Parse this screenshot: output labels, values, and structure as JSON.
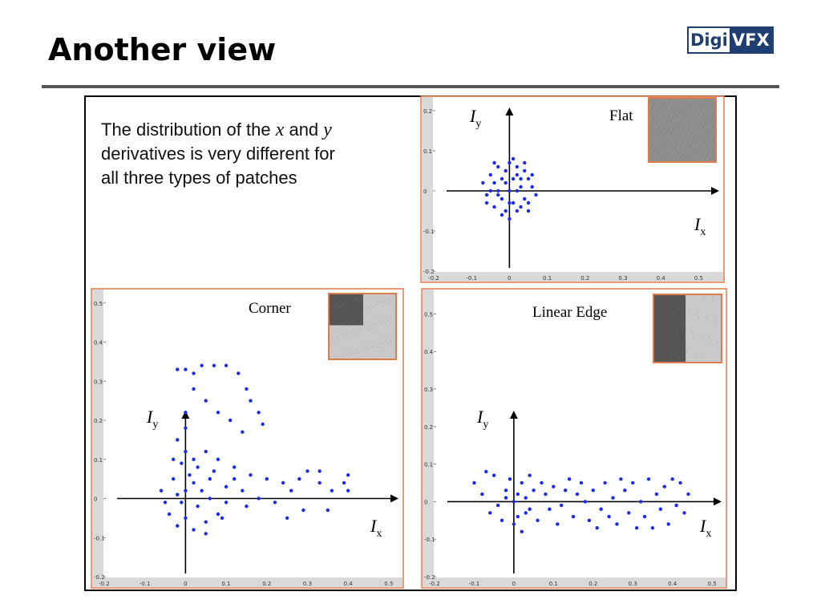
{
  "slide": {
    "title": "Another view",
    "logo_left": "Digi",
    "logo_right": "VFX"
  },
  "description": {
    "line1_a": "The distribution of the ",
    "line1_x": "x",
    "line1_b": " and ",
    "line1_y": "y",
    "line2": "derivatives is very different for",
    "line3": "all three types of patches"
  },
  "colors": {
    "points": "#1a2bf0",
    "panel_border": "#e07a4a",
    "axis_strip": "#d9d9d9"
  },
  "chart_data": [
    {
      "type": "scatter",
      "title": "Flat",
      "xlabel": "I_x",
      "ylabel": "I_y",
      "xlim": [
        -0.2,
        0.55
      ],
      "ylim": [
        -0.2,
        0.22
      ],
      "x_ticks": [
        "-0.2",
        "-0.1",
        "0",
        "0.1",
        "0.2",
        "0.3",
        "0.4",
        "0.5"
      ],
      "y_ticks": [
        "0.2",
        "0.1",
        "0",
        "-0.1",
        "-0.2"
      ],
      "x_tick_values": [
        -0.2,
        -0.1,
        0,
        0.1,
        0.2,
        0.3,
        0.4,
        0.5
      ],
      "y_tick_values": [
        0.2,
        0.1,
        0,
        -0.1,
        -0.2
      ],
      "thumbnail": "flat",
      "points": [
        [
          -0.04,
          0.02
        ],
        [
          -0.03,
          -0.01
        ],
        [
          -0.02,
          0.03
        ],
        [
          -0.01,
          0.05
        ],
        [
          0,
          0.0
        ],
        [
          0.01,
          -0.03
        ],
        [
          0.02,
          0.04
        ],
        [
          0.03,
          0.01
        ],
        [
          0.04,
          -0.02
        ],
        [
          0.05,
          0.03
        ],
        [
          -0.05,
          0.0
        ],
        [
          -0.06,
          -0.03
        ],
        [
          -0.03,
          0.06
        ],
        [
          0.0,
          0.07
        ],
        [
          0.02,
          -0.05
        ],
        [
          0.04,
          0.05
        ],
        [
          0.06,
          0.01
        ],
        [
          -0.02,
          -0.06
        ],
        [
          0.01,
          0.08
        ],
        [
          -0.04,
          -0.04
        ],
        [
          0.03,
          -0.04
        ],
        [
          0.05,
          -0.03
        ],
        [
          -0.07,
          0.02
        ],
        [
          0.07,
          -0.01
        ],
        [
          0.0,
          -0.07
        ],
        [
          -0.01,
          0.02
        ],
        [
          0.02,
          0.0
        ],
        [
          -0.03,
          0.0
        ],
        [
          0.01,
          0.03
        ],
        [
          -0.02,
          -0.02
        ],
        [
          0.03,
          0.03
        ],
        [
          0.0,
          -0.03
        ],
        [
          -0.05,
          0.04
        ],
        [
          0.06,
          0.04
        ],
        [
          -0.01,
          -0.05
        ],
        [
          0.04,
          0.07
        ],
        [
          -0.04,
          0.07
        ],
        [
          0.02,
          0.06
        ],
        [
          -0.06,
          -0.01
        ],
        [
          0.05,
          -0.05
        ]
      ]
    },
    {
      "type": "scatter",
      "title": "Corner",
      "xlabel": "I_x",
      "ylabel": "I_y",
      "xlim": [
        -0.2,
        0.52
      ],
      "ylim": [
        -0.2,
        0.52
      ],
      "x_ticks": [
        "-0.2",
        "-0.1",
        "0",
        "0.1",
        "0.2",
        "0.3",
        "0.4",
        "0.5"
      ],
      "y_ticks": [
        "0.5",
        "0.4",
        "0.3",
        "0.2",
        "0.1",
        "0",
        "-0.1",
        "-0.2"
      ],
      "x_tick_values": [
        -0.2,
        -0.1,
        0,
        0.1,
        0.2,
        0.3,
        0.4,
        0.5
      ],
      "y_tick_values": [
        0.5,
        0.4,
        0.3,
        0.2,
        0.1,
        0,
        -0.1,
        -0.2
      ],
      "thumbnail": "corner",
      "points": [
        [
          -0.02,
          0.33
        ],
        [
          0.0,
          0.33
        ],
        [
          0.02,
          0.32
        ],
        [
          0.04,
          0.34
        ],
        [
          0.07,
          0.34
        ],
        [
          0.1,
          0.34
        ],
        [
          0.13,
          0.32
        ],
        [
          0.15,
          0.28
        ],
        [
          0.16,
          0.25
        ],
        [
          0.18,
          0.22
        ],
        [
          0.19,
          0.19
        ],
        [
          0.02,
          0.28
        ],
        [
          0.05,
          0.25
        ],
        [
          0.08,
          0.22
        ],
        [
          0.11,
          0.2
        ],
        [
          0.14,
          0.17
        ],
        [
          0.0,
          0.22
        ],
        [
          0.0,
          0.18
        ],
        [
          -0.02,
          0.15
        ],
        [
          0.0,
          0.12
        ],
        [
          -0.01,
          0.09
        ],
        [
          0.02,
          0.1
        ],
        [
          0.05,
          0.12
        ],
        [
          0.08,
          0.1
        ],
        [
          0.12,
          0.08
        ],
        [
          0.16,
          0.06
        ],
        [
          0.2,
          0.05
        ],
        [
          0.24,
          0.04
        ],
        [
          0.28,
          0.05
        ],
        [
          0.3,
          0.07
        ],
        [
          0.33,
          0.04
        ],
        [
          0.36,
          0.02
        ],
        [
          0.39,
          0.04
        ],
        [
          0.4,
          0.02
        ],
        [
          0.4,
          0.06
        ],
        [
          0.33,
          0.07
        ],
        [
          0.26,
          0.02
        ],
        [
          0.22,
          -0.01
        ],
        [
          0.18,
          0.0
        ],
        [
          0.14,
          0.02
        ],
        [
          0.1,
          0.03
        ],
        [
          0.06,
          0.0
        ],
        [
          0.03,
          -0.02
        ],
        [
          0.0,
          -0.05
        ],
        [
          -0.02,
          -0.07
        ],
        [
          0.02,
          -0.08
        ],
        [
          0.05,
          -0.06
        ],
        [
          0.08,
          -0.04
        ],
        [
          -0.04,
          -0.04
        ],
        [
          -0.06,
          0.02
        ],
        [
          -0.03,
          0.05
        ],
        [
          0.0,
          0.02
        ],
        [
          0.02,
          0.04
        ],
        [
          0.04,
          0.02
        ],
        [
          -0.01,
          -0.01
        ],
        [
          0.06,
          0.05
        ],
        [
          0.1,
          -0.01
        ],
        [
          0.12,
          0.05
        ],
        [
          0.03,
          0.08
        ],
        [
          -0.03,
          0.1
        ],
        [
          0.01,
          0.06
        ],
        [
          0.07,
          0.07
        ],
        [
          0.09,
          -0.05
        ],
        [
          0.15,
          -0.02
        ],
        [
          0.25,
          -0.05
        ],
        [
          0.29,
          -0.03
        ],
        [
          0.35,
          -0.03
        ],
        [
          -0.05,
          -0.01
        ],
        [
          0.05,
          -0.09
        ],
        [
          -0.02,
          0.01
        ]
      ]
    },
    {
      "type": "scatter",
      "title": "Linear Edge",
      "xlabel": "I_x",
      "ylabel": "I_y",
      "xlim": [
        -0.2,
        0.52
      ],
      "ylim": [
        -0.2,
        0.55
      ],
      "x_ticks": [
        "-0.2",
        "-0.1",
        "0",
        "0.1",
        "0.2",
        "0.3",
        "0.4",
        "0.5"
      ],
      "y_ticks": [
        "0.5",
        "0.4",
        "0.3",
        "0.2",
        "0.1",
        "0",
        "-0.1",
        "-0.2"
      ],
      "x_tick_values": [
        -0.2,
        -0.1,
        0,
        0.1,
        0.2,
        0.3,
        0.4,
        0.5
      ],
      "y_tick_values": [
        0.5,
        0.4,
        0.3,
        0.2,
        0.1,
        0,
        -0.1,
        -0.2
      ],
      "thumbnail": "edge",
      "points": [
        [
          -0.1,
          0.05
        ],
        [
          -0.08,
          0.02
        ],
        [
          -0.06,
          -0.03
        ],
        [
          -0.05,
          0.07
        ],
        [
          -0.03,
          -0.05
        ],
        [
          -0.02,
          0.03
        ],
        [
          0.0,
          0.0
        ],
        [
          0.01,
          -0.04
        ],
        [
          0.02,
          0.05
        ],
        [
          0.03,
          0.01
        ],
        [
          0.04,
          -0.02
        ],
        [
          0.05,
          0.03
        ],
        [
          0.06,
          -0.05
        ],
        [
          0.08,
          0.02
        ],
        [
          0.09,
          -0.02
        ],
        [
          0.1,
          0.04
        ],
        [
          0.12,
          -0.01
        ],
        [
          0.13,
          0.03
        ],
        [
          0.15,
          -0.04
        ],
        [
          0.16,
          0.02
        ],
        [
          0.18,
          0.0
        ],
        [
          0.19,
          -0.05
        ],
        [
          0.2,
          0.03
        ],
        [
          0.22,
          -0.02
        ],
        [
          0.23,
          0.05
        ],
        [
          0.25,
          0.01
        ],
        [
          0.26,
          -0.06
        ],
        [
          0.28,
          0.03
        ],
        [
          0.29,
          -0.03
        ],
        [
          0.3,
          0.05
        ],
        [
          0.32,
          0.0
        ],
        [
          0.33,
          -0.04
        ],
        [
          0.34,
          0.06
        ],
        [
          0.36,
          0.02
        ],
        [
          0.37,
          -0.02
        ],
        [
          0.38,
          0.04
        ],
        [
          0.4,
          0.06
        ],
        [
          0.41,
          -0.01
        ],
        [
          0.42,
          0.05
        ],
        [
          0.43,
          -0.03
        ],
        [
          0.44,
          0.02
        ],
        [
          -0.04,
          -0.01
        ],
        [
          -0.01,
          0.06
        ],
        [
          0.0,
          -0.06
        ],
        [
          0.02,
          -0.08
        ],
        [
          0.07,
          0.05
        ],
        [
          0.11,
          -0.06
        ],
        [
          0.14,
          0.06
        ],
        [
          0.21,
          -0.07
        ],
        [
          0.27,
          0.06
        ],
        [
          0.31,
          -0.07
        ],
        [
          0.35,
          -0.07
        ],
        [
          0.39,
          -0.06
        ],
        [
          -0.07,
          0.08
        ],
        [
          0.04,
          0.07
        ],
        [
          0.17,
          0.05
        ],
        [
          0.24,
          -0.04
        ],
        [
          0.03,
          -0.03
        ],
        [
          -0.02,
          0.01
        ],
        [
          0.01,
          0.02
        ]
      ]
    }
  ]
}
